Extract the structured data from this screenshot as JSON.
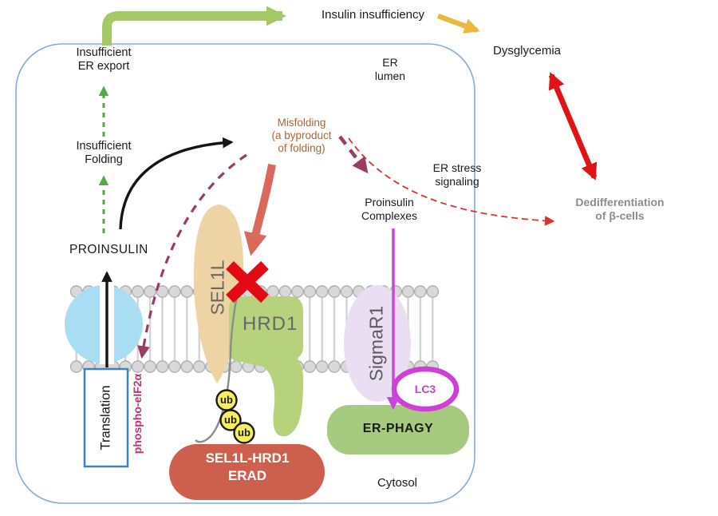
{
  "diagram": {
    "outside": {
      "insulin_insufficiency": "Insulin insufficiency",
      "dysglycemia": "Dysglycemia",
      "dedifferentiation": "Dedifferentiation\nof β-cells"
    },
    "compartments": {
      "er_lumen": "ER\nlumen",
      "cytosol": "Cytosol"
    },
    "pathway": {
      "insufficient_er_export": "Insufficient\nER export",
      "insufficient_folding": "Insufficient\nFolding",
      "proinsulin": "PROINSULIN",
      "misfolding": "Misfolding\n(a byproduct\nof folding)",
      "er_stress_signaling": "ER stress\nsignaling",
      "proinsulin_complexes": "Proinsulin\nComplexes",
      "translation": "Translation",
      "phospho_eif2a": "phospho-eIF2α",
      "ubiquitin": "ub"
    },
    "proteins": {
      "sel1l": "SEL1L",
      "hrd1": "HRD1",
      "sigmar1": "SigmaR1",
      "lc3": "LC3"
    },
    "processes": {
      "erad": "SEL1L-HRD1\nERAD",
      "er_phagy": "ER-PHAGY"
    },
    "colors": {
      "cell_border": "#85abd7",
      "green_arrow": "#a5ca65",
      "green_dashed": "#57a649",
      "yellow_arrow": "#e9ba3e",
      "red_arrow": "#e01414",
      "red_dashed": "#e03030",
      "salmon_arrow": "#d9695a",
      "maroon_dashed": "#9a3c64",
      "magenta_arrow": "#cc44dd",
      "lc3_ring": "#cf3fd3",
      "black_arrow": "#151515",
      "sel1l_fill": "#eed4a4",
      "hrd1_fill": "#b7d27d",
      "sigmar1_fill": "#e9def2",
      "ribosome_fill": "#a9ddf4",
      "erad_fill": "#cd5f4d",
      "erphagy_fill": "#a7cb7e",
      "ub_fill": "#f6ee5e",
      "membrane_head": "#d9d9d9",
      "red_x": "#e30b13",
      "misfolding_text": "#b0642f",
      "phospho_text": "#c23367",
      "dediff_text": "#8c8c8c",
      "protein_text": "#666666"
    }
  }
}
